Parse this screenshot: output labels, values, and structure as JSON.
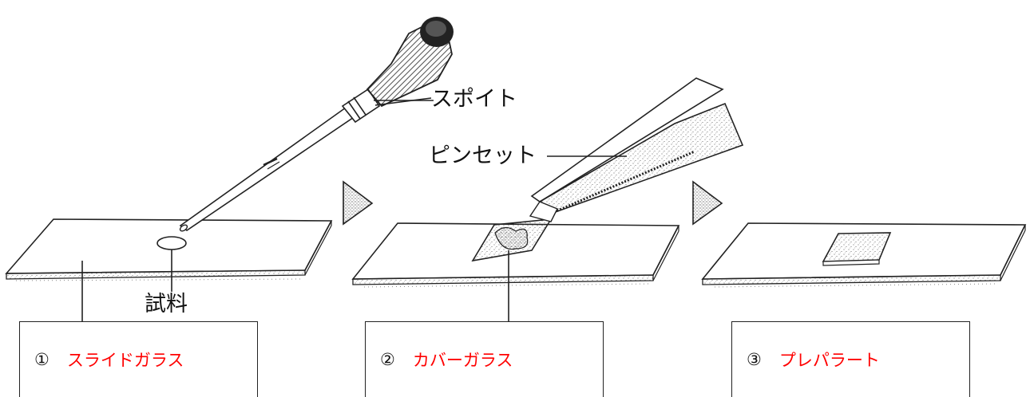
{
  "callouts": {
    "dropper": "スポイト",
    "tweezers": "ピンセット",
    "sample": "試料"
  },
  "steps": [
    {
      "number": "①",
      "term": "スライドガラス"
    },
    {
      "number": "②",
      "term": "カバーガラス"
    },
    {
      "number": "③",
      "term": "プレパラート"
    }
  ],
  "colors": {
    "term": "#ff0000",
    "line": "#222222",
    "background": "#ffffff"
  }
}
